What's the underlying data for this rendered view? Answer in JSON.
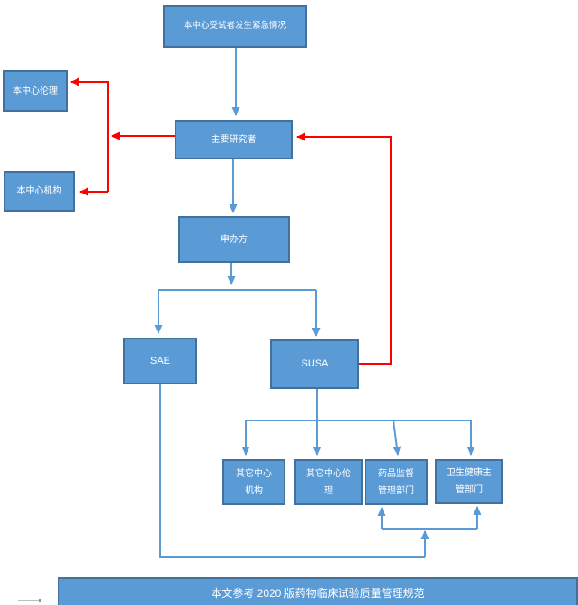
{
  "diagram": {
    "title_hint": "Clinical trial emergency / SAE-SUSA reporting flowchart",
    "boxes": {
      "top_event": {
        "lines": [
          "本中心受试者发生紧急情况"
        ]
      },
      "ethics_local": {
        "lines": [
          "本中心伦理"
        ]
      },
      "pi": {
        "lines": [
          "主要研究者"
        ]
      },
      "org_local": {
        "lines": [
          "本中心机构"
        ]
      },
      "sponsor": {
        "lines": [
          "申办方"
        ]
      },
      "sae": {
        "lines": [
          "SAE"
        ]
      },
      "susa": {
        "lines": [
          "SUSA"
        ]
      },
      "other_org": {
        "lines": [
          "其它中心",
          "机构"
        ]
      },
      "other_ethics": {
        "lines": [
          "其它中心伦",
          "理"
        ]
      },
      "drug_admin": {
        "lines": [
          "药品监督",
          "管理部门"
        ]
      },
      "health_admin": {
        "lines": [
          "卫生健康主",
          "管部门"
        ]
      }
    },
    "footer": {
      "label": "本文参考 2020 版药物临床试验质量管理规范"
    },
    "colors": {
      "node_fill": "#5B9BD5",
      "node_border": "#41719C",
      "connector_blue": "#5B9BD5",
      "connector_red": "#FF0000",
      "text": "#FFFFFF"
    },
    "edges": [
      {
        "from": "top_event",
        "to": "pi",
        "color": "blue"
      },
      {
        "from": "pi",
        "to": "ethics_local",
        "color": "red"
      },
      {
        "from": "pi",
        "to": "org_local",
        "color": "red"
      },
      {
        "from": "pi",
        "to": "sponsor",
        "color": "blue"
      },
      {
        "from": "sponsor",
        "to": "sae",
        "color": "blue"
      },
      {
        "from": "sponsor",
        "to": "susa",
        "color": "blue"
      },
      {
        "from": "susa",
        "to": "pi",
        "color": "red"
      },
      {
        "from": "susa",
        "to": "other_org",
        "color": "blue"
      },
      {
        "from": "susa",
        "to": "other_ethics",
        "color": "blue"
      },
      {
        "from": "susa",
        "to": "drug_admin",
        "color": "blue"
      },
      {
        "from": "susa",
        "to": "health_admin",
        "color": "blue"
      },
      {
        "from": "sae",
        "to": "drug_admin",
        "color": "blue"
      },
      {
        "from": "sae",
        "to": "health_admin",
        "color": "blue"
      }
    ]
  }
}
